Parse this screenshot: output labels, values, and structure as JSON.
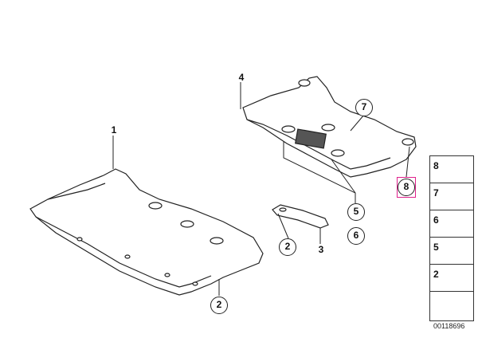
{
  "callouts": {
    "part1": "1",
    "part2_lower": "2",
    "part2_bracket": "2",
    "part3": "3",
    "part4": "4",
    "part5": "5",
    "part6": "6",
    "part7": "7",
    "part8": "8"
  },
  "side_panel": {
    "rows": [
      {
        "number": "8",
        "icon": "screw-icon"
      },
      {
        "number": "7",
        "icon": "collar-screw-icon"
      },
      {
        "number": "6",
        "icon": "bolt-icon"
      },
      {
        "number": "5",
        "icon": "spacer-sleeve-icon"
      },
      {
        "number": "2",
        "icon": "expanding-rivet-icon"
      }
    ],
    "arrow_icon": "direction-arrow-icon"
  },
  "document_id": "00118696",
  "colors": {
    "highlight": "#e0208c",
    "line": "#222222"
  }
}
